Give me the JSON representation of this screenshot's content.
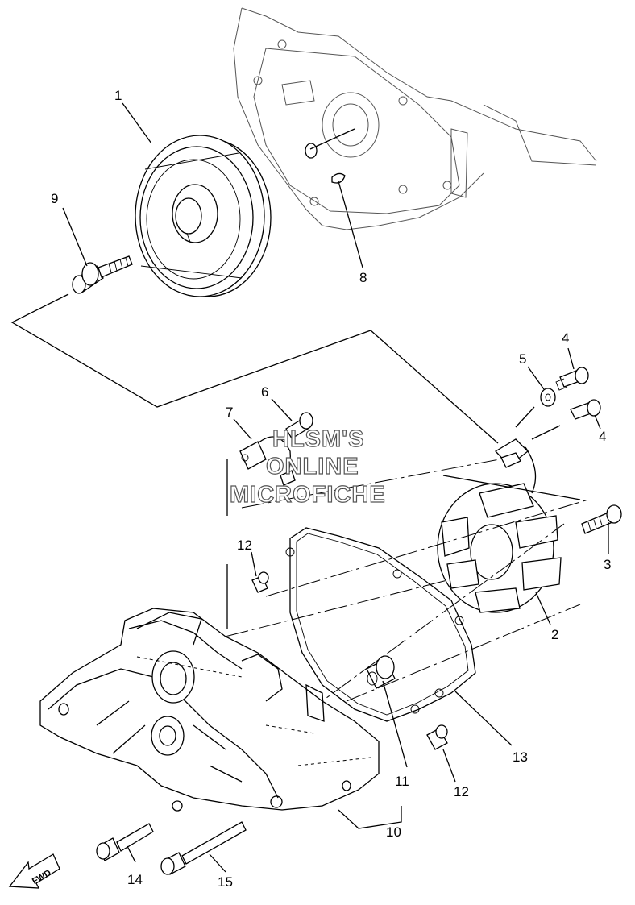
{
  "callouts": {
    "c1": "1",
    "c2": "2",
    "c3": "3",
    "c4a": "4",
    "c4b": "4",
    "c5": "5",
    "c6": "6",
    "c7": "7",
    "c8": "8",
    "c9": "9",
    "c10": "10",
    "c11": "11",
    "c12a": "12",
    "c12b": "12",
    "c13": "13",
    "c14": "14",
    "c15": "15"
  },
  "watermark": {
    "line1": "HLSM'S",
    "line2": "ONLINE",
    "line3": "MICROFICHE"
  },
  "fwd_label": "FWD"
}
